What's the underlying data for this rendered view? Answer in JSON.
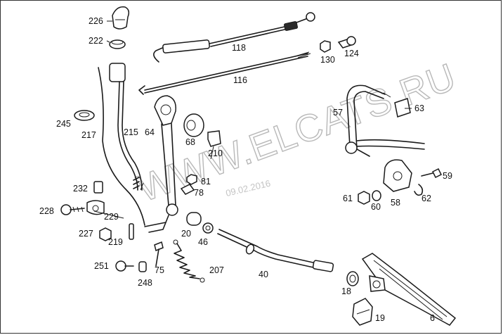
{
  "watermark": "WWW.ELCATS.RU",
  "date_stamp": "09.02.2016",
  "labels": {
    "p226": "226",
    "p222": "222",
    "p118": "118",
    "p130": "130",
    "p124": "124",
    "p116": "116",
    "p245": "245",
    "p217": "217",
    "p215": "215",
    "p64": "64",
    "p68": "68",
    "p210": "210",
    "p57": "57",
    "p63": "63",
    "p81": "81",
    "p78": "78",
    "p232": "232",
    "p228": "228",
    "p229": "229",
    "p227": "227",
    "p219": "219",
    "p20": "20",
    "p46": "46",
    "p59": "59",
    "p61": "61",
    "p60": "60",
    "p58": "58",
    "p62": "62",
    "p251": "251",
    "p75": "75",
    "p248": "248",
    "p207": "207",
    "p40": "40",
    "p18": "18",
    "p19": "19",
    "p6": "6"
  }
}
